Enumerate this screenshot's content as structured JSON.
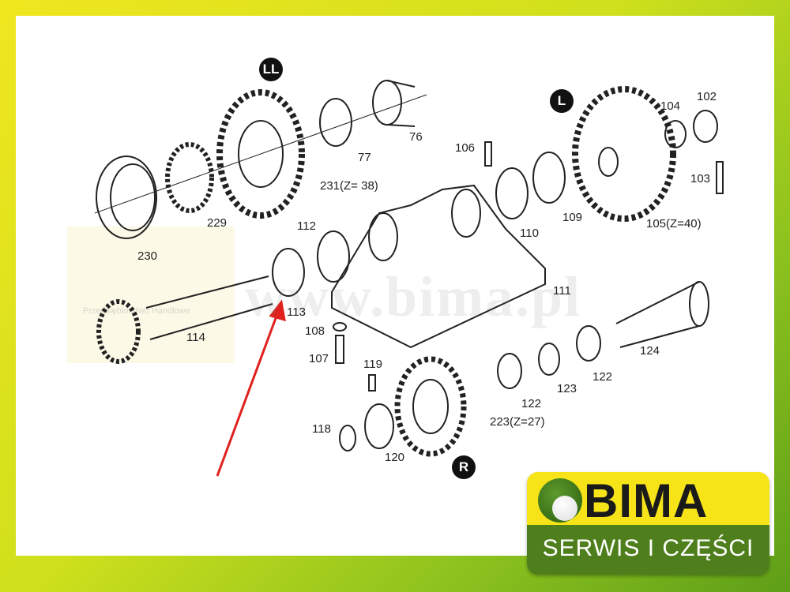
{
  "diagram": {
    "markers": {
      "ll": "LL",
      "l": "L",
      "r": "R"
    },
    "part_labels": [
      "76",
      "77",
      "231(Z= 38)",
      "229",
      "230",
      "106",
      "112",
      "110",
      "109",
      "105(Z=40)",
      "104",
      "102",
      "103",
      "113",
      "114",
      "111",
      "108",
      "107",
      "119",
      "124",
      "122",
      "123",
      "122",
      "223(Z=27)",
      "118",
      "120"
    ]
  },
  "watermark": {
    "url": "www.bima.pl",
    "caption": "Przedsiębiorstwo Handlowe",
    "brand": "BIMA"
  },
  "logo": {
    "brand": "BIMA",
    "tagline": "SERWIS I CZĘŚCI"
  },
  "colors": {
    "arrow": "#e0201c",
    "logo_yellow": "#f6e419",
    "logo_green": "#4f7f1c"
  }
}
